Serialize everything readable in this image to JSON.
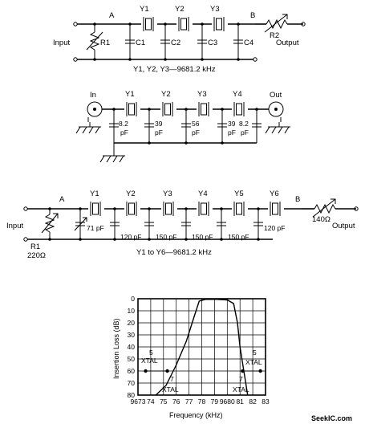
{
  "circuit1": {
    "labels": {
      "node_a": "A",
      "node_b": "B",
      "y1": "Y1",
      "y2": "Y2",
      "y3": "Y3",
      "c1": "C1",
      "c2": "C2",
      "c3": "C3",
      "c4": "C4",
      "r1": "R1",
      "r2": "R2",
      "input": "Input",
      "output": "Output",
      "note": "Y1, Y2, Y3—9681.2 kHz"
    }
  },
  "circuit2": {
    "labels": {
      "in": "In",
      "out": "Out",
      "y1": "Y1",
      "y2": "Y2",
      "y3": "Y3",
      "y4": "Y4",
      "c1_val": "8.2",
      "c2_val": "39",
      "c3_val": "56",
      "c4_val": "39",
      "c5_val": "8.2",
      "unit": "pF"
    }
  },
  "circuit3": {
    "labels": {
      "node_a": "A",
      "node_b": "B",
      "input": "Input",
      "output": "Output",
      "r1": "R1",
      "r1_val": "220Ω",
      "r2_val": "140Ω",
      "y1": "Y1",
      "y2": "Y2",
      "y3": "Y3",
      "y4": "Y4",
      "y5": "Y5",
      "y6": "Y6",
      "c_71": "71 pF",
      "c_120a": "120 pF",
      "c_150a": "150 pF",
      "c_150b": "150 pF",
      "c_150c": "150 pF",
      "c_120b": "120 pF",
      "note": "Y1 to Y6—9681.2 kHz"
    }
  },
  "chart_data": {
    "type": "line",
    "xlabel": "Frequency (kHz)",
    "ylabel": "Insertion Loss (dB)",
    "x_ticks": [
      "9673",
      "74",
      "75",
      "76",
      "77",
      "78",
      "79",
      "9680",
      "81",
      "82",
      "83"
    ],
    "y_ticks": [
      "0",
      "10",
      "20",
      "30",
      "40",
      "50",
      "60",
      "70",
      "80"
    ],
    "xlim": [
      9673,
      9683
    ],
    "ylim": [
      0,
      80
    ],
    "y_inverted": true,
    "grid": true,
    "annotations": {
      "xtal5_left": "5",
      "xtal5_left_b": "XTAL",
      "xtal7_left": "7",
      "xtal7_left_b": "XTAL",
      "xtal7_right": "7",
      "xtal7_right_b": "XTAL",
      "xtal5_right": "5",
      "xtal5_right_b": "XTAL"
    },
    "series": [
      {
        "points": [
          [
            9674.4,
            80
          ],
          [
            9675.2,
            72
          ],
          [
            9676.0,
            55
          ],
          [
            9676.8,
            35
          ],
          [
            9677.4,
            15
          ],
          [
            9677.8,
            2
          ],
          [
            9678.3,
            0.5
          ],
          [
            9679.2,
            0.5
          ],
          [
            9680.0,
            1
          ],
          [
            9680.5,
            4
          ],
          [
            9680.8,
            20
          ],
          [
            9681.0,
            40
          ],
          [
            9681.3,
            60
          ],
          [
            9681.6,
            80
          ]
        ]
      }
    ],
    "markers": [
      {
        "x": [
          9673.6,
          9675.3
        ],
        "y": 60
      },
      {
        "x": [
          9681.2,
          9682.6
        ],
        "y": 60
      }
    ]
  },
  "watermark": "SeekIC.com"
}
